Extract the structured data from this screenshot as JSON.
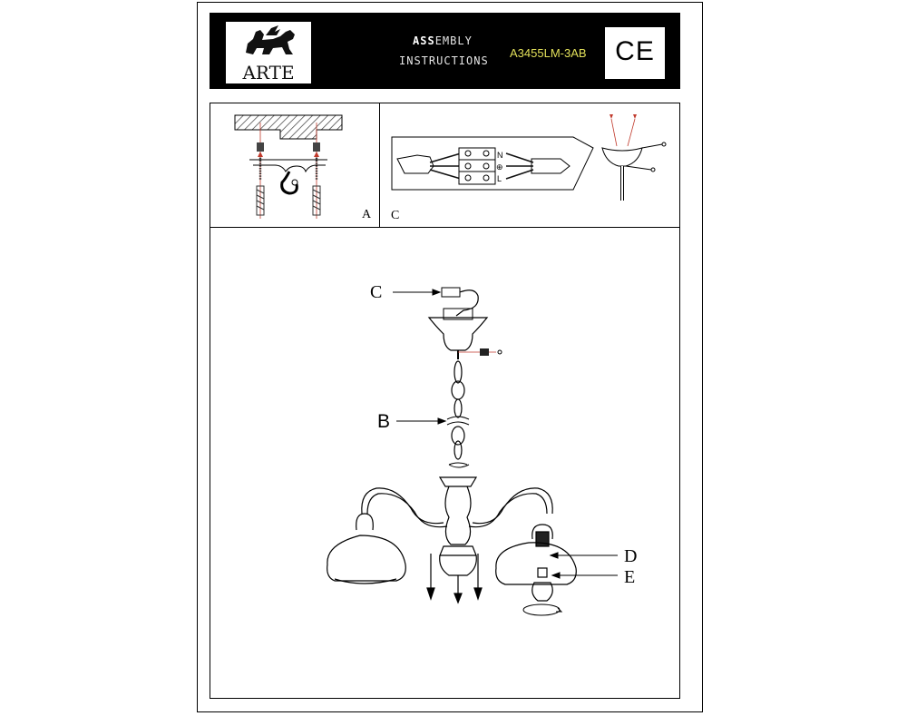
{
  "header": {
    "brand": "ARTE",
    "title_line1_bold": "ASS",
    "title_line1_rest": "EMBLY",
    "title_line2": "INSTRUCTIONS",
    "model_code": "A3455LM-3AB",
    "cert_mark": "CE"
  },
  "panels": {
    "mount_label": "A",
    "wiring_label": "C",
    "terminal_labels": [
      "N",
      "⊕",
      "L"
    ]
  },
  "callouts": {
    "c": "C",
    "b": "B",
    "d": "D",
    "e": "E"
  },
  "icons": [
    "lion-logo-icon",
    "screw-icon",
    "hook-icon",
    "terminal-block-icon",
    "chandelier-icon",
    "bulb-icon",
    "rotate-arrow-icon"
  ]
}
